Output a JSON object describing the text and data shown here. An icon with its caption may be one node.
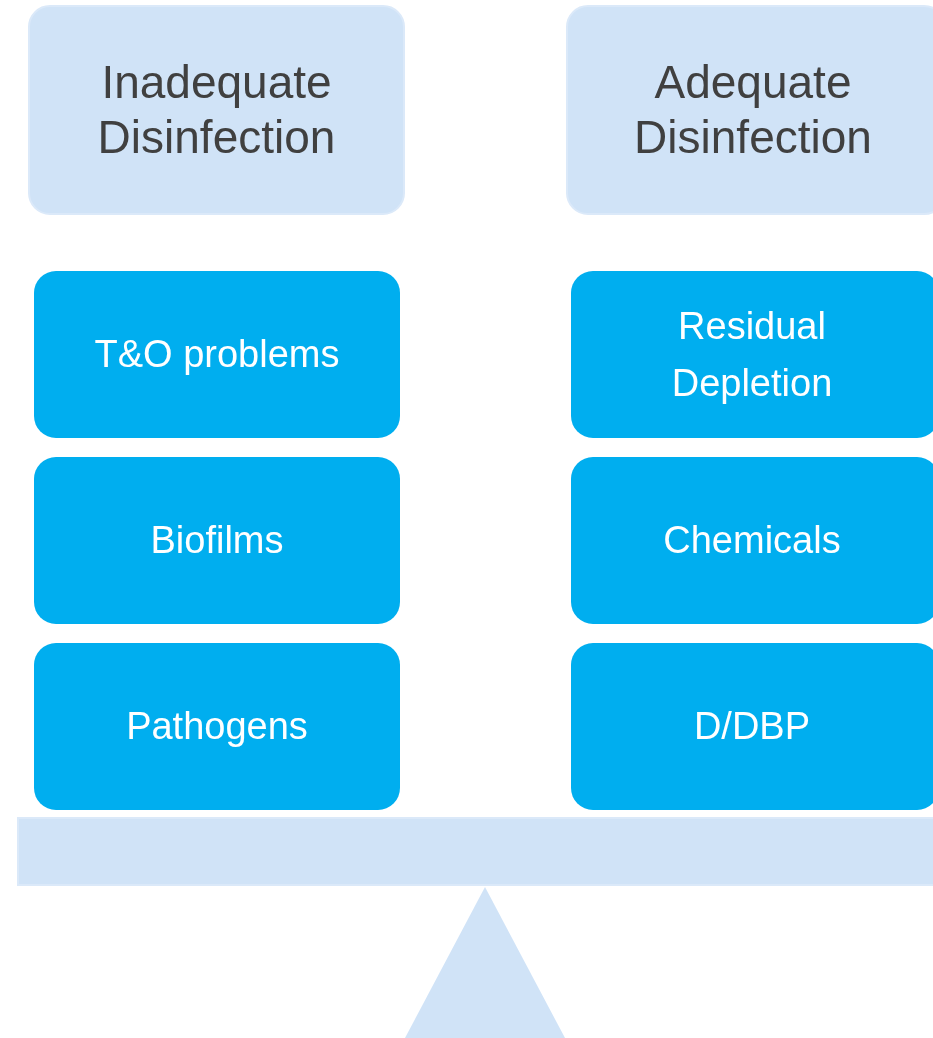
{
  "diagram": {
    "nodes": [
      {
        "text": [
          "Inadequate Disinfection"
        ]
      },
      {
        "text": [
          "Adequate Disinfection"
        ]
      },
      {
        "text": [
          "T&O problems"
        ]
      },
      {
        "text": [
          "Residual Depletion"
        ]
      },
      {
        "text": [
          "Biofilms"
        ]
      },
      {
        "text": [
          "Chemicals"
        ]
      },
      {
        "text": [
          "Pathogens"
        ]
      },
      {
        "text": [
          "D/DBP"
        ]
      }
    ]
  }
}
